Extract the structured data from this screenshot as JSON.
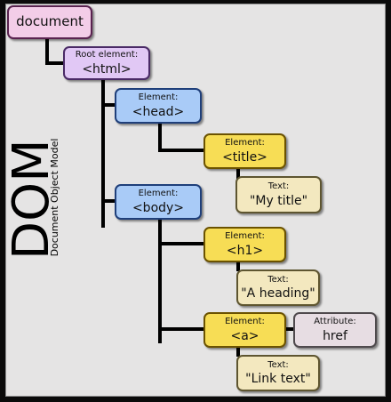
{
  "title": "DOM",
  "subtitle": "Document Object Model",
  "colors": {
    "document": "#f3cde8",
    "root": "#e1c8f5",
    "element_blue": "#a9cbf7",
    "element_yellow": "#f7dd55",
    "text": "#f3e8bf",
    "attribute": "#e7dde3"
  },
  "nodes": {
    "document": {
      "tag": "document"
    },
    "html": {
      "kind": "Root element:",
      "tag": "<html>"
    },
    "head": {
      "kind": "Element:",
      "tag": "<head>"
    },
    "title": {
      "kind": "Element:",
      "tag": "<title>"
    },
    "title_text": {
      "kind": "Text:",
      "tag": "\"My title\""
    },
    "body": {
      "kind": "Element:",
      "tag": "<body>"
    },
    "h1": {
      "kind": "Element:",
      "tag": "<h1>"
    },
    "h1_text": {
      "kind": "Text:",
      "tag": "\"A heading\""
    },
    "a": {
      "kind": "Element:",
      "tag": "<a>"
    },
    "a_attr": {
      "kind": "Attribute:",
      "tag": "href"
    },
    "a_text": {
      "kind": "Text:",
      "tag": "\"Link text\""
    }
  }
}
